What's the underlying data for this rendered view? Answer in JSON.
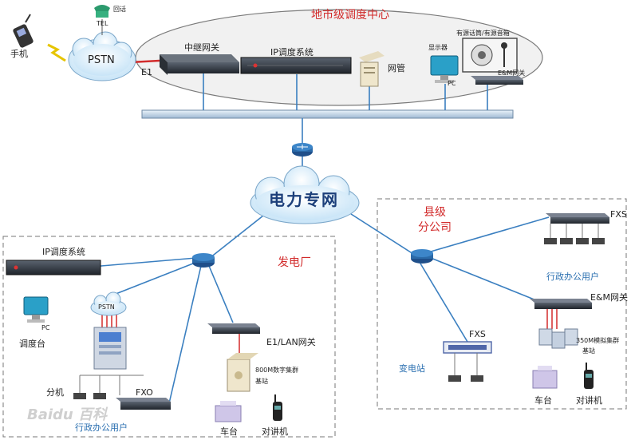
{
  "center": {
    "title": "地市级调度中心",
    "relay_gateway": "中继网关",
    "ip_dispatch": "IP调度系统",
    "netmgmt": "网管",
    "display": "显示器",
    "pc": "PC",
    "audio_device": "有源话筒/有源音箱",
    "em_gateway": "E&M网关"
  },
  "top_left": {
    "phone": "手机",
    "tel": "TEL",
    "phone_alt": "回话",
    "pstn": "PSTN",
    "e1": "E1"
  },
  "core": {
    "network": "电力专网"
  },
  "plant": {
    "title": "发电厂",
    "ip_dispatch": "IP调度系统",
    "pstn": "PSTN",
    "dispatch_console": "调度台",
    "pc": "PC",
    "ext": "分机",
    "fxo": "FXO",
    "admin_users": "行政办公用户",
    "e1_lan": "E1/LAN网关",
    "base_station_line1": "800M数字集群",
    "base_station_line2": "基站",
    "vehicle": "车台",
    "walkie": "对讲机"
  },
  "county": {
    "title_line1": "县级",
    "title_line2": "分公司",
    "fxs_top": "FXS",
    "admin_users": "行政办公用户",
    "em_gateway": "E&M网关",
    "base_station_line1": "350M模拟集群",
    "base_station_line2": "基站",
    "vehicle": "车台",
    "walkie": "对讲机",
    "fxs_sub": "FXS",
    "substation": "变电站"
  },
  "watermark": "Baidu 百科",
  "colors": {
    "red": "#d22b2b",
    "blue": "#2a6fb0",
    "line": "#3a7fc0",
    "router": "#1f4f8a",
    "cloud": "#cfe6f7"
  }
}
